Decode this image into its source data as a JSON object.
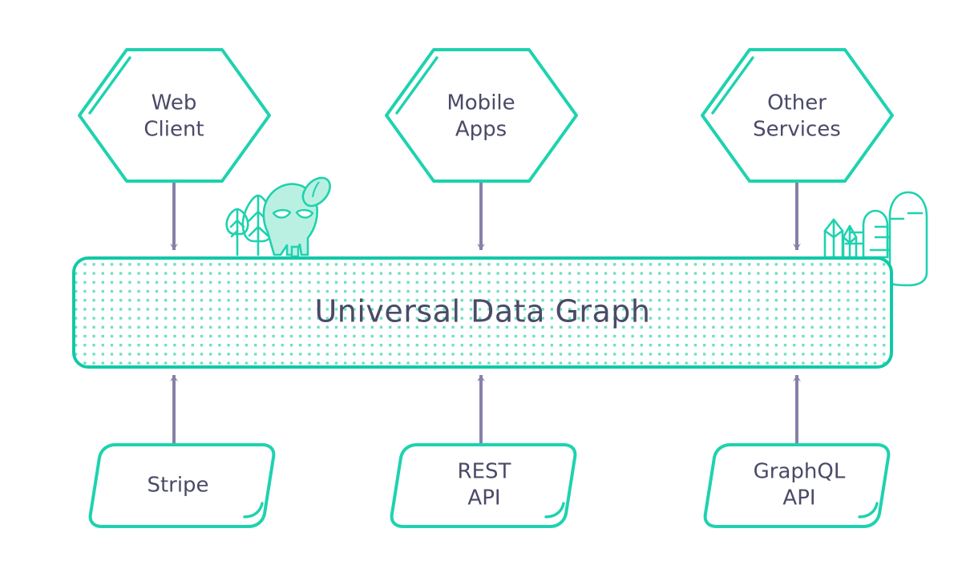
{
  "diagram": {
    "title": "Universal Data Graph",
    "type": "architecture-diagram",
    "background_color": "#ffffff",
    "colors": {
      "teal": "#1ed2af",
      "teal_dark": "#12c9a6",
      "mint_fill": "#b9f0e2",
      "mint_dot": "#6fe0c4",
      "arrow_purple": "#8681a8",
      "text_slate": "#4a4a68"
    },
    "consumers": [
      {
        "id": "web-client",
        "label_line1": "Web",
        "label_line2": "Client",
        "shape": "hexagon"
      },
      {
        "id": "mobile-apps",
        "label_line1": "Mobile",
        "label_line2": "Apps",
        "shape": "hexagon"
      },
      {
        "id": "other-services",
        "label_line1": "Other",
        "label_line2": "Services",
        "shape": "hexagon"
      }
    ],
    "central_bar": {
      "label": "Universal Data Graph",
      "fill_pattern": "dot-grid",
      "border_color": "#12c9a6"
    },
    "sources": [
      {
        "id": "stripe",
        "label_line1": "Stripe",
        "label_line2": "",
        "shape": "slanted-rounded-rect"
      },
      {
        "id": "rest-api",
        "label_line1": "REST",
        "label_line2": "API",
        "shape": "slanted-rounded-rect"
      },
      {
        "id": "graphql-api",
        "label_line1": "GraphQL",
        "label_line2": "API",
        "shape": "slanted-rounded-rect"
      }
    ],
    "connectors": [
      {
        "id": "web-client-to-graph",
        "direction": "down"
      },
      {
        "id": "mobile-apps-to-graph",
        "direction": "down"
      },
      {
        "id": "other-services-to-graph",
        "direction": "down"
      },
      {
        "id": "stripe-to-graph",
        "direction": "up"
      },
      {
        "id": "rest-api-to-graph",
        "direction": "up"
      },
      {
        "id": "graphql-api-to-graph",
        "direction": "up"
      }
    ],
    "decorations": [
      {
        "id": "mascot-creature",
        "side": "left",
        "description": "mint creature with leaf cap"
      },
      {
        "id": "leaf-trees",
        "side": "left",
        "description": "two small leaf trees"
      },
      {
        "id": "crystals",
        "side": "right",
        "description": "cluster of crystals"
      },
      {
        "id": "cactus-small",
        "side": "right",
        "description": "small cactus"
      },
      {
        "id": "cactus-large",
        "side": "right",
        "description": "tall cactus"
      }
    ]
  }
}
